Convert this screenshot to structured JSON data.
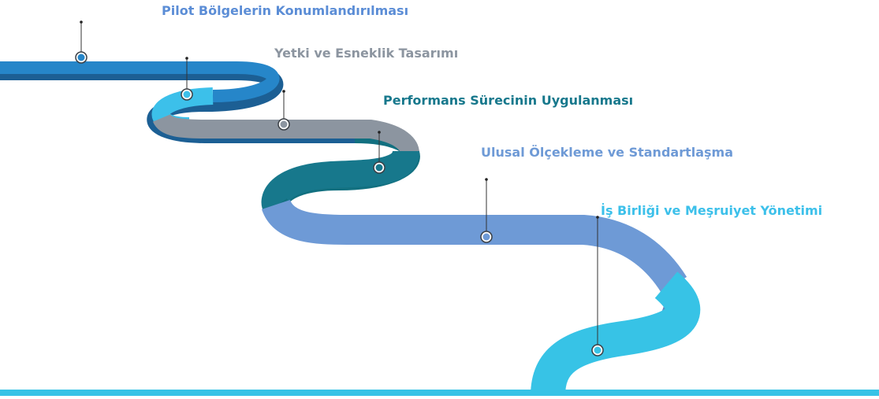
{
  "colors": {
    "step1": "#2686c9",
    "step2": "#3cc0ea",
    "step3": "#8c95a0",
    "step4": "#17788c",
    "step5": "#6e9ad6",
    "step6": "#37c3e6",
    "label1": "#5b8dd6",
    "label2": "#8c95a0",
    "label3": "#17788c",
    "label4": "#6e9ad6",
    "label5": "#3cc0ea",
    "bottom_bar": "#37c3e6"
  },
  "steps": [
    {
      "label": "Pilot Bölgelerin Konumlandırılması"
    },
    {
      "label": "Yetki ve Esneklik Tasarımı"
    },
    {
      "label": "Performans Sürecinin Uygulanması"
    },
    {
      "label": "Ulusal Ölçekleme ve Standartlaşma"
    },
    {
      "label": "İş Birliği ve Meşruiyet Yönetimi"
    },
    {
      "label": ""
    }
  ]
}
